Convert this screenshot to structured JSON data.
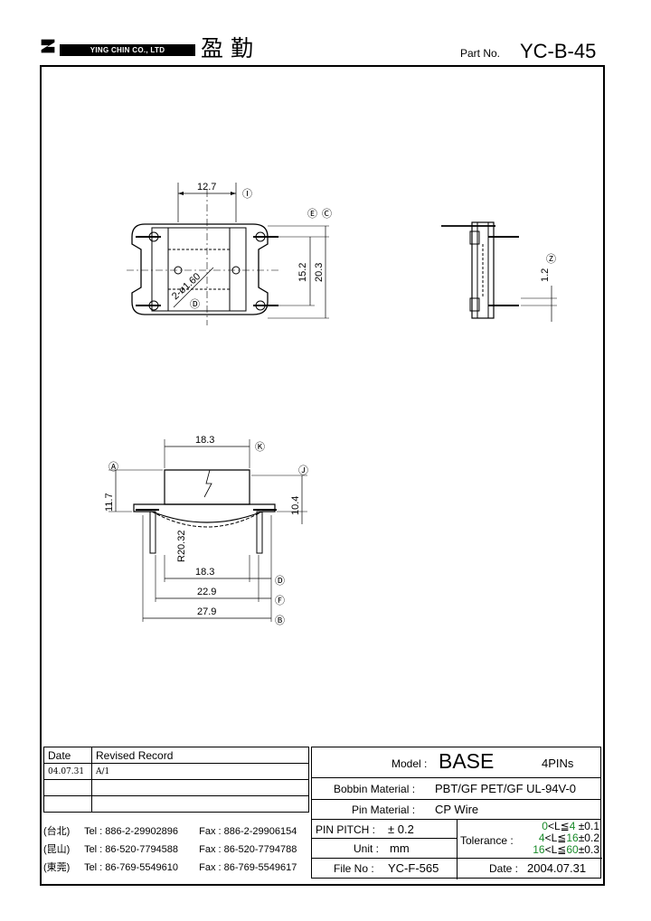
{
  "header": {
    "company_name": "YING CHIN CO., LTD",
    "company_chinese": "盈 勤",
    "part_no_label": "Part No.",
    "part_no_value": "YC-B-45"
  },
  "drawing": {
    "top_view": {
      "dim_width": "12.7",
      "dim_height_inner": "15.2",
      "dim_height_outer": "20.3",
      "hole_callout": "2-ø1.60",
      "markers": [
        "Ⓘ",
        "Ⓔ",
        "Ⓒ",
        "Ⓓ"
      ]
    },
    "side_view": {
      "dim_offset": "1.2",
      "marker": "Ⓩ"
    },
    "front_view": {
      "dim_top": "18.3",
      "dim_height_left": "11.7",
      "dim_height_right": "10.4",
      "radius": "R20.32",
      "dim_bottom_1": "18.3",
      "dim_bottom_2": "22.9",
      "dim_bottom_3": "27.9",
      "markers": {
        "top": "Ⓚ",
        "left": "Ⓐ",
        "right": "Ⓙ",
        "b1": "Ⓓ",
        "b2": "Ⓕ",
        "b3": "Ⓑ"
      }
    }
  },
  "revision": {
    "col_date": "Date",
    "col_record": "Revised Record",
    "rows": [
      {
        "date": "04.07.31",
        "record": "A/1"
      },
      {
        "date": "",
        "record": ""
      },
      {
        "date": "",
        "record": ""
      }
    ]
  },
  "contacts": [
    {
      "city": "(台北)",
      "tel": "Tel : 886-2-29902896",
      "fax": "Fax : 886-2-29906154"
    },
    {
      "city": "(昆山)",
      "tel": "Tel : 86-520-7794588",
      "fax": "Fax : 86-520-7794788"
    },
    {
      "city": "(東莞)",
      "tel": "Tel : 86-769-5549610",
      "fax": "Fax : 86-769-5549617"
    }
  ],
  "title_block": {
    "model_label": "Model :",
    "model_value": "BASE",
    "pins": "4PINs",
    "bobbin_label": "Bobbin  Material :",
    "bobbin_value": "PBT/GF  PET/GF  UL-94V-0",
    "pin_material_label": "Pin  Material :",
    "pin_material_value": "CP Wire",
    "pin_pitch_label": "PIN  PITCH :",
    "pin_pitch_value": "± 0.2",
    "unit_label": "Unit :",
    "unit_value": "mm",
    "file_no_label": "File  No :",
    "file_no_value": "YC-F-565",
    "tolerance_label": "Tolerance :",
    "tolerance_rows": [
      {
        "range_a": "0",
        "range_mid": "<L≦",
        "range_b": "4",
        "value": "±0.1"
      },
      {
        "range_a": "4",
        "range_mid": "<L≦",
        "range_b": "16",
        "value": "±0.2"
      },
      {
        "range_a": "16",
        "range_mid": "<L≦",
        "range_b": "60",
        "value": "±0.3"
      }
    ],
    "date_label": "Date :",
    "date_value": "2004.07.31"
  },
  "colors": {
    "tolerance_accent": "#1a8a2a"
  }
}
